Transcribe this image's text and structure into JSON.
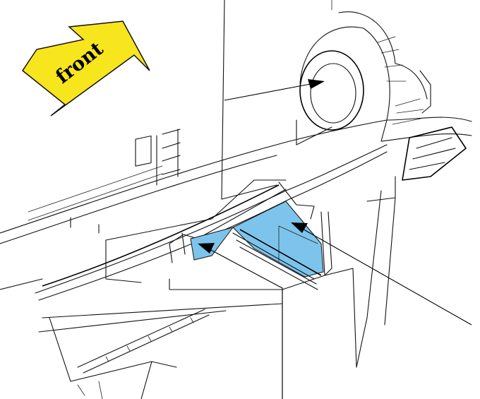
{
  "direction_arrow": {
    "label": "front",
    "fill_color": "#f7e51d",
    "stroke_color": "#111111"
  },
  "highlight_color": "#7cc4ec",
  "callouts": [
    {
      "name": "round-duct-opening"
    },
    {
      "name": "blue-panel-right"
    },
    {
      "name": "blue-panel-left"
    }
  ]
}
